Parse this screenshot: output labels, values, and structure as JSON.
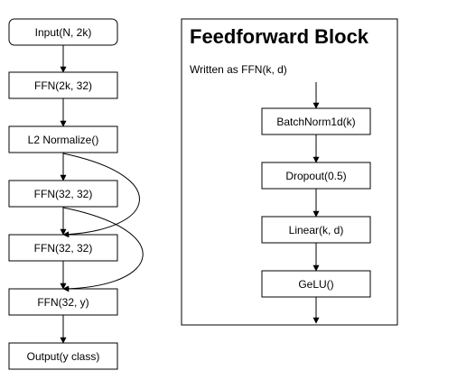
{
  "main_flow": {
    "input": "Input(N, 2k)",
    "ffn1": "FFN(2k, 32)",
    "l2": "L2 Normalize()",
    "ffn2": "FFN(32, 32)",
    "ffn3": "FFN(32, 32)",
    "ffn4": "FFN(32, y)",
    "output": "Output(y class)"
  },
  "block": {
    "title": "Feedforward Block",
    "subtitle": "Written as FFN(k, d)",
    "batchnorm": "BatchNorm1d(k)",
    "dropout": "Dropout(0.5)",
    "linear": "Linear(k, d)",
    "gelu": "GeLU()"
  },
  "colors": {
    "stroke": "#000000",
    "background": "#ffffff"
  }
}
